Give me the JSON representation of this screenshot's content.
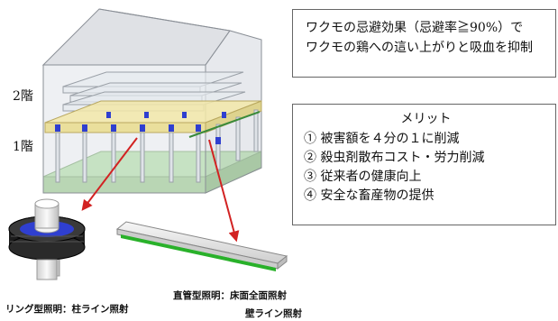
{
  "effect_box": {
    "line1": "ワクモの忌避効果（忌避率≧90%）で",
    "line2": "ワクモの鶏への這い上がりと吸血を抑制"
  },
  "merit_box": {
    "title": "メリット",
    "items": [
      "① 被害額を４分の１に削減",
      "② 殺虫剤散布コスト・労力削減",
      "③ 従来者の健康向上",
      "④ 安全な畜産物の提供"
    ]
  },
  "floors": {
    "upper": "2階",
    "lower": "1階"
  },
  "captions": {
    "ring": "リング型照明：柱ライン照射",
    "tube_line1": "直管型照明：床面全面照射",
    "tube_line2": "壁ライン照射"
  },
  "colors": {
    "light_band": "#2f3fd0",
    "tube_light": "#29b12a",
    "floor_green": "#b7e6a8",
    "arrow": "#d22222"
  }
}
